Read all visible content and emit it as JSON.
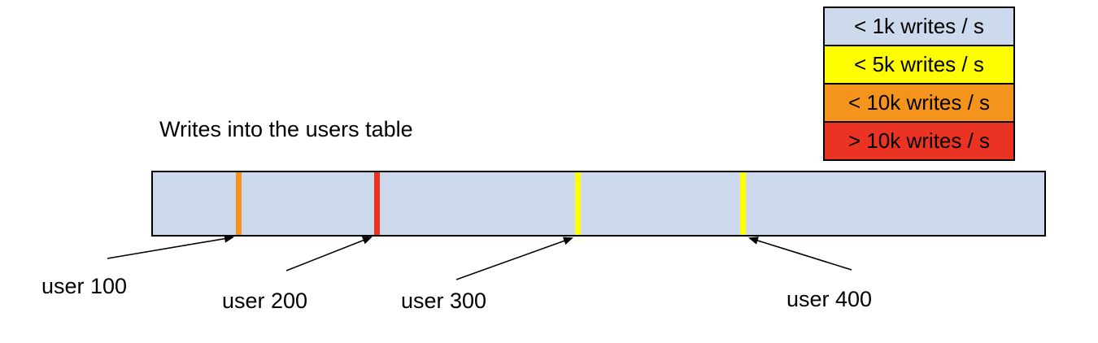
{
  "title": "Writes into the users table",
  "legend": {
    "items": [
      {
        "label": "< 1k writes / s",
        "color": "#cdd9ec"
      },
      {
        "label": "< 5k writes / s",
        "color": "#fefe00"
      },
      {
        "label": "< 10k writes / s",
        "color": "#f5941d"
      },
      {
        "label": "> 10k writes / s",
        "color": "#ea3323"
      }
    ]
  },
  "bar": {
    "fill_color": "#cdd9ec",
    "border_color": "#000000",
    "markers": [
      {
        "label": "user 100",
        "color": "#f5941d"
      },
      {
        "label": "user 200",
        "color": "#ea3323"
      },
      {
        "label": "user 300",
        "color": "#fefe00"
      },
      {
        "label": "user 400",
        "color": "#fefe00"
      }
    ]
  }
}
